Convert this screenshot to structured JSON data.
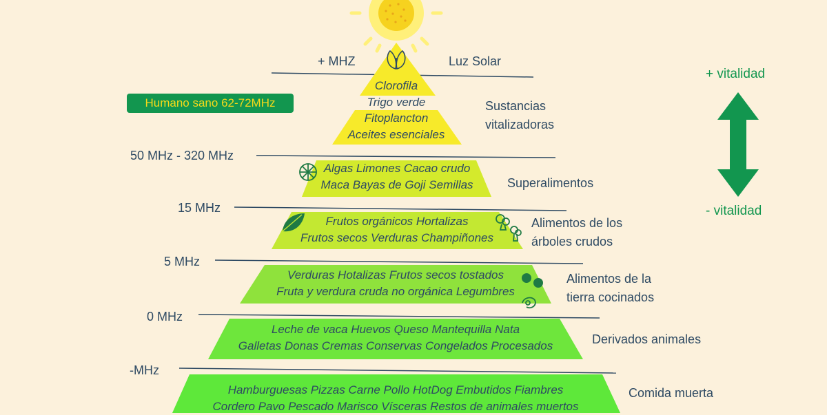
{
  "colors": {
    "background": "#fcf1dc",
    "text": "#2e4a63",
    "vitality_green": "#12964f",
    "badge_text": "#f5d91a",
    "sun": "#fff07a",
    "tier_yellow": "#f7ea2a",
    "tier_lime": "#c3e832",
    "tier_green": "#8fe23c",
    "tier_bright": "#5ee83a"
  },
  "badge": {
    "text": "Humano sano 62-72MHz"
  },
  "vitality": {
    "top": "+ vitalidad",
    "bottom": "- vitalidad"
  },
  "frequencies": {
    "top": "+ MHZ",
    "f1": "50  MHz - 320  MHz",
    "f2": "15 MHz",
    "f3": "5 MHz",
    "f4": "0 MHz",
    "f5": "-MHz"
  },
  "categories": {
    "c0": "Luz Solar",
    "c1": "Sustancias vitalizadoras",
    "c2": "Superalimentos",
    "c3": "Alimentos de los árboles crudos",
    "c4": "Alimentos de la tierra cocinados",
    "c5": "Derivados animales",
    "c6": "Comida muerta"
  },
  "tiers": {
    "t1": {
      "lines": [
        "Clorofila",
        "Trigo verde"
      ]
    },
    "t2": {
      "lines": [
        "Fitoplancton",
        "Aceites esenciales"
      ]
    },
    "t3": {
      "lines": [
        "Algas Limones Cacao crudo",
        "Maca Bayas de Goji Semillas"
      ]
    },
    "t4": {
      "lines": [
        "Frutos orgánicos Hortalizas",
        "Frutos secos  Verduras Champiñones"
      ]
    },
    "t5": {
      "lines": [
        "Verduras Hotalizas Frutos secos tostados",
        "Fruta y verdura cruda no orgánica Legumbres"
      ]
    },
    "t6": {
      "lines": [
        "Leche de vaca Huevos Queso Mantequilla Nata",
        "Galletas Donas Cremas Conservas Congelados Procesados"
      ]
    },
    "t7": {
      "lines": [
        "Hamburguesas Pizzas Carne Pollo HotDog Embutidos Fiambres",
        "Cordero Pavo Pescado Marisco Vísceras Restos de animales muertos"
      ]
    }
  },
  "icons": [
    "sun-icon",
    "leaves-icon",
    "lemon-slice-icon",
    "leaf-icon",
    "broccoli-icon",
    "tomato-icon",
    "bean-icon",
    "double-arrow-icon"
  ]
}
